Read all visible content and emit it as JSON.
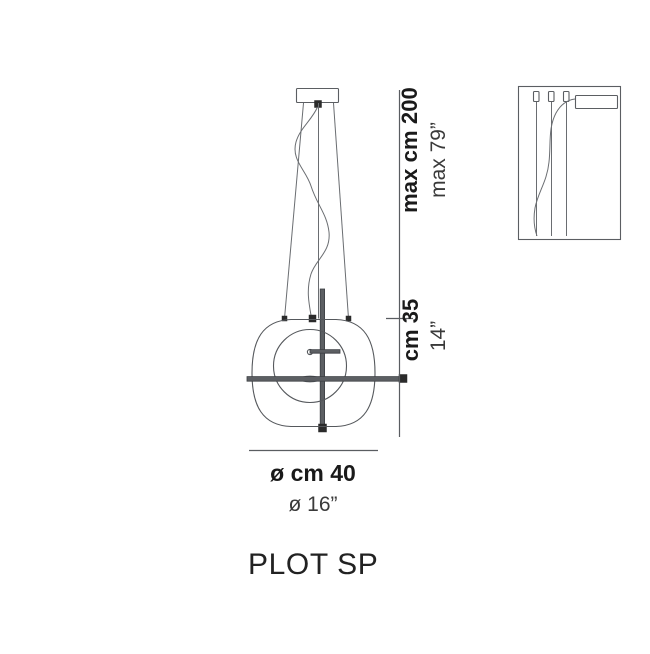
{
  "product": {
    "name": "PLOT SP",
    "type": "suspension-lamp-technical-drawing"
  },
  "dimensions": {
    "height_cm_label": "max cm 200",
    "height_in_label": "max 79”",
    "shade_height_cm_label": "cm 35",
    "shade_height_in_label": "14”",
    "diameter_cm_label": "ø cm 40",
    "diameter_in_label": "ø 16”"
  },
  "values": {
    "max_height_cm": 200,
    "max_height_in": 79,
    "shade_height_cm": 35,
    "shade_height_in": 14,
    "diameter_cm": 40,
    "diameter_in": 16
  },
  "colors": {
    "line": "#55585c",
    "line_dark": "#3c3f43",
    "text": "#1a1a1a",
    "text_secondary": "#3a3a3a",
    "background": "#ffffff",
    "fitting_fill": "#2b2b2b"
  },
  "drawing": {
    "canopy_label": "ceiling-canopy",
    "cable_count": 3,
    "has_power_cord": true,
    "shade_shape": "rounded-square",
    "inner_element": "sphere-diffuser",
    "detail_panel_label": "canopy-detail-view",
    "detail_terminal_count": 3
  }
}
